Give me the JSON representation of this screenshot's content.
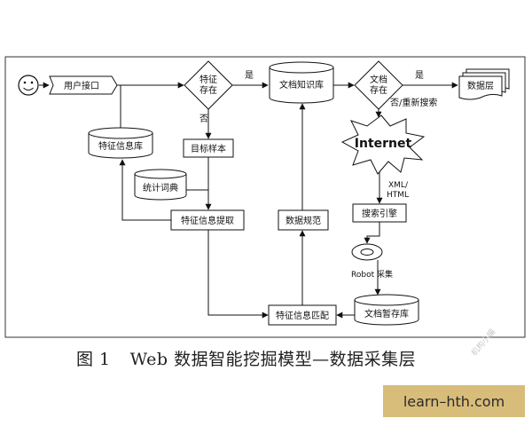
{
  "diagram": {
    "nodes": {
      "user_interface": "用户接口",
      "feature_exists": "特征\n存在",
      "feature_info_db": "特征信息库",
      "target_sample": "目标样本",
      "stat_dictionary": "统计词典",
      "feature_extraction": "特征信息提取",
      "data_normalization": "数据规范",
      "doc_knowledge_base": "文档知识库",
      "doc_exists": "文档\n存在",
      "data_layer": "数据层",
      "internet": "Internet",
      "search_engine": "搜索引擎",
      "robot_collect": "Robot 采集",
      "doc_temp_db": "文档暂存库",
      "feature_matching": "特征信息匹配"
    },
    "edge_labels": {
      "yes_1": "是",
      "no_1": "否",
      "yes_2": "是",
      "no_research": "否/重新搜索",
      "xml_html": "XML/\nHTML"
    }
  },
  "caption": {
    "number": "图 1",
    "text": "Web 数据智能挖掘模型—数据采集层"
  },
  "watermark": "机构小编",
  "badge": "learn–hth.com"
}
